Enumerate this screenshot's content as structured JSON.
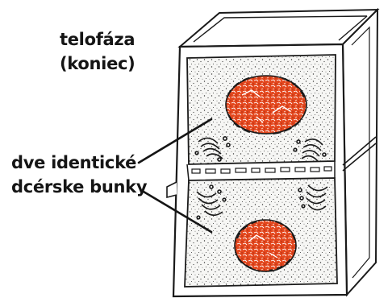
{
  "labels": {
    "phase_line1": "telofáza",
    "phase_line2": "(koniec)",
    "cells_line1": "dve identické",
    "cells_line2": "dcérske bunky"
  },
  "colors": {
    "nucleus_fill": "#e3471e",
    "nucleus_dark": "#b8300f",
    "outline": "#1a1a1a",
    "cytoplasm": "#f4f4f2",
    "cell_wall": "#ffffff"
  }
}
